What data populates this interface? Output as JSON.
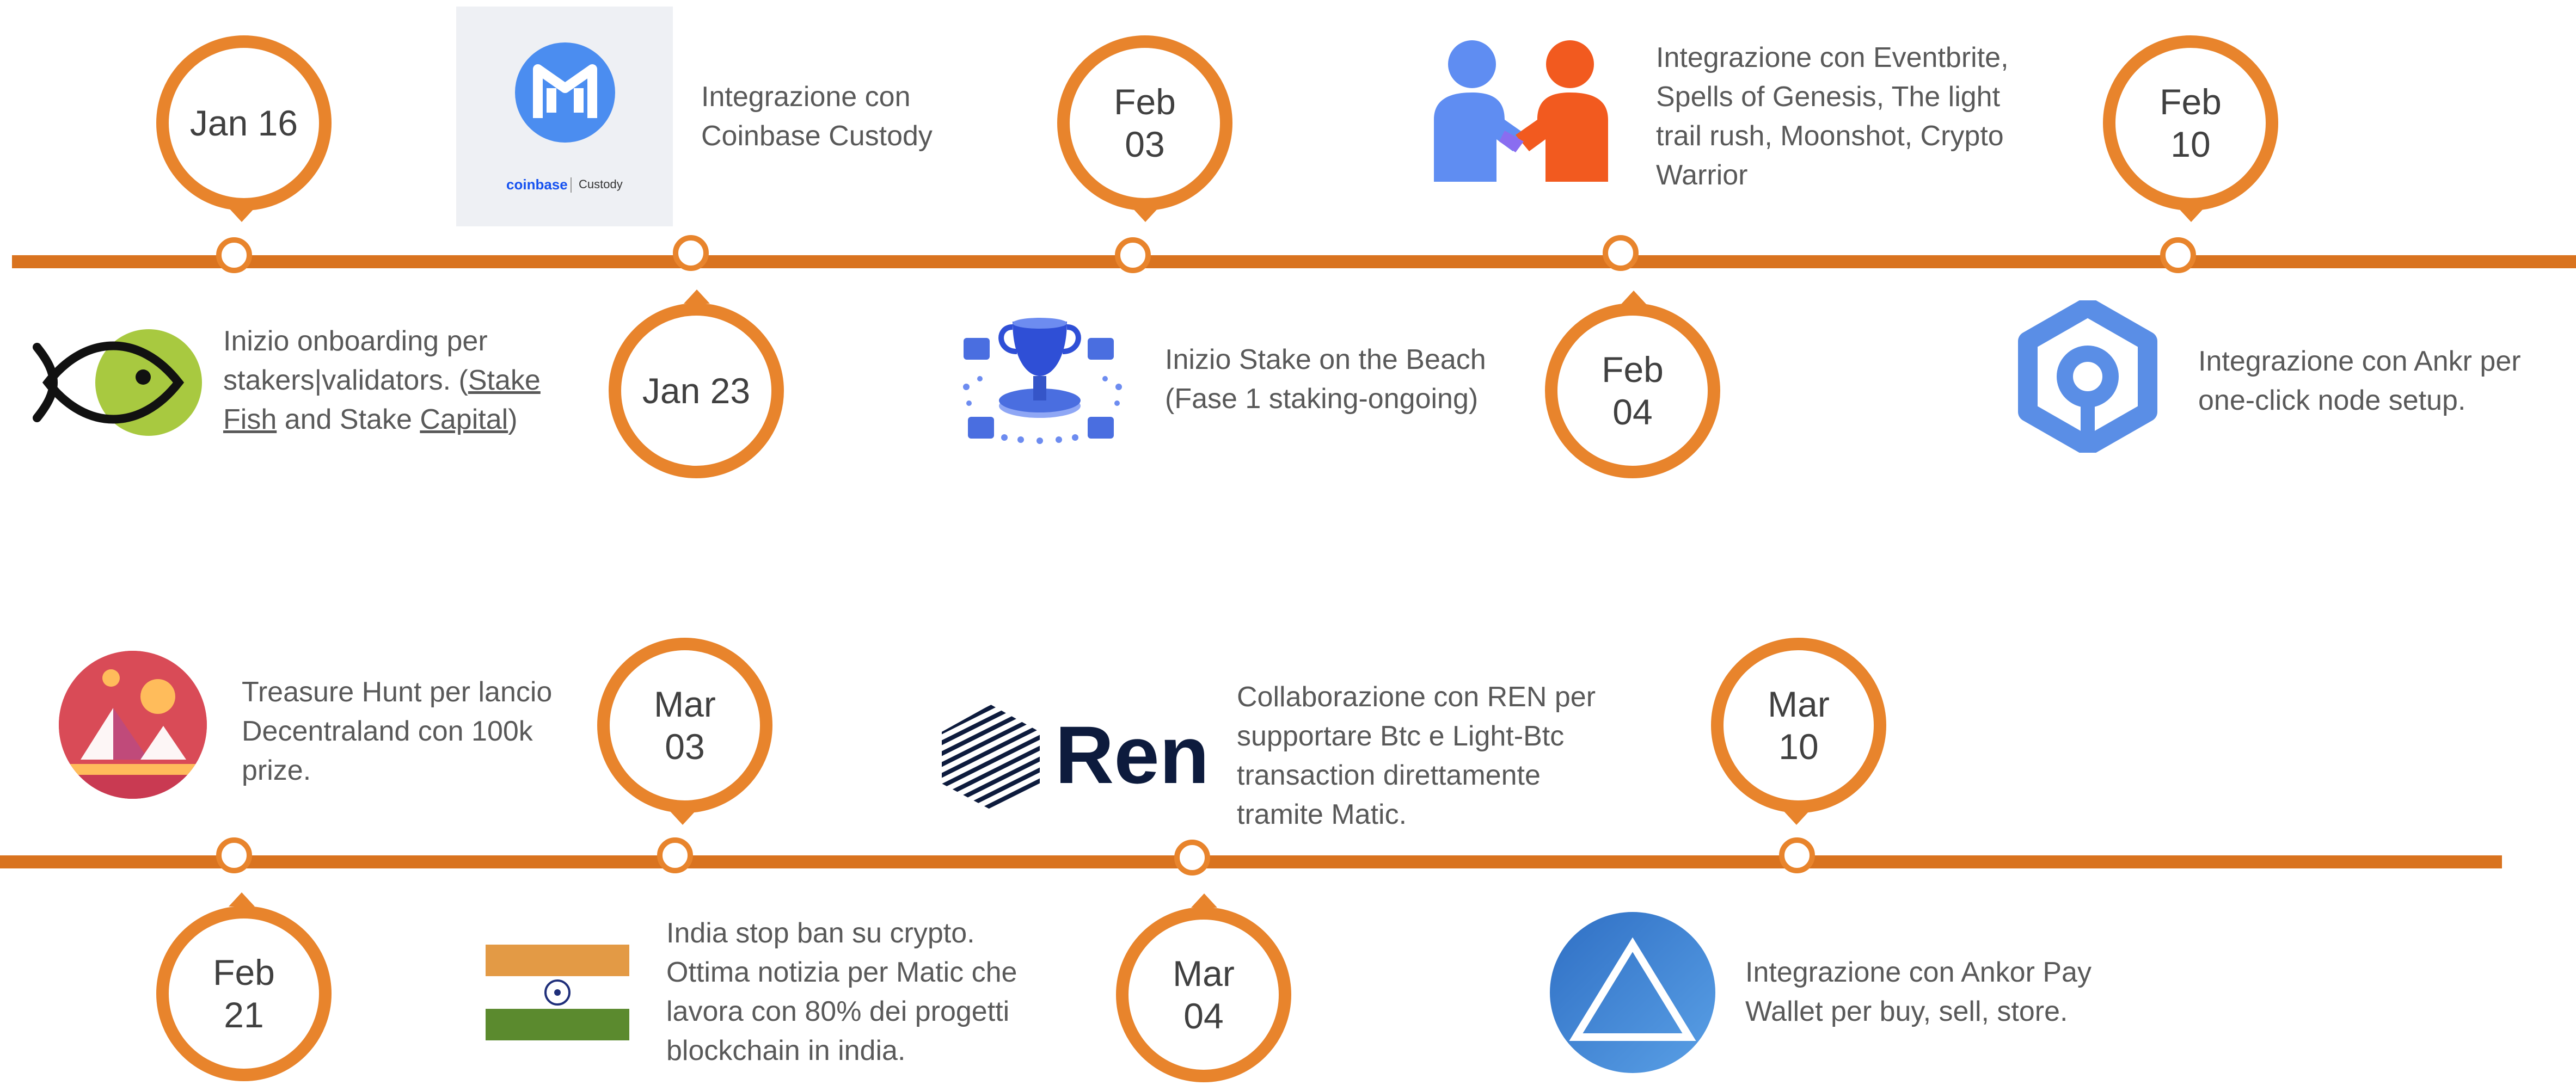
{
  "rows": {
    "top": {
      "events": [
        {
          "date": "Jan 16",
          "text": "Inizio onboarding per stakers|validators. (Stake Fish and Stake Capital)"
        },
        {
          "date": "Jan 23",
          "text": "Integrazione con Coinbase Custody"
        },
        {
          "date": "Feb\n03",
          "text": "Inizio Stake on the Beach (Fase 1 staking-ongoing)"
        },
        {
          "date": "Feb\n04",
          "text": "Integrazione con Eventbrite, Spells of Genesis, The light trail rush, Moonshot, Crypto Warrior"
        },
        {
          "date": "Feb\n10",
          "text": "Integrazione con Ankr per one-click node setup."
        }
      ]
    },
    "bottom": {
      "events": [
        {
          "date": "Feb\n21",
          "text": "Treasure Hunt per lancio Decentraland con 100k prize."
        },
        {
          "date": "Mar\n03",
          "text": "India stop ban su crypto. Ottima notizia per Matic che lavora con 80% dei progetti blockchain in india."
        },
        {
          "date": "Mar\n04",
          "text": "Collaborazione con REN per supportare Btc e Light-Btc transaction direttamente tramite Matic."
        },
        {
          "date": "Mar\n10",
          "text": "Integrazione con Ankor Pay Wallet per buy, sell, store."
        }
      ]
    }
  },
  "text_parts": {
    "e1_line1": "Inizio onboarding per",
    "e1_line2a": "stakers|validators. (",
    "e1_stake": "Stake",
    "e1_fish": "Fish",
    "e1_and": " and Stake ",
    "e1_capital": "Capital",
    "e1_close": ")"
  },
  "logos": {
    "coinbase_brand": "coinbase",
    "coinbase_product": "Custody",
    "ren_word": "Ren"
  },
  "colors": {
    "accent": "#e8842c",
    "line": "#d9731f",
    "text": "#595959"
  },
  "icons": [
    "fish-logo-icon",
    "matic-coinbase-custody-logo",
    "staking-trophy-icon",
    "handshake-icon",
    "ankr-logo-icon",
    "decentraland-logo-icon",
    "india-flag-icon",
    "ren-logo-icon",
    "ankor-pay-logo-icon"
  ]
}
